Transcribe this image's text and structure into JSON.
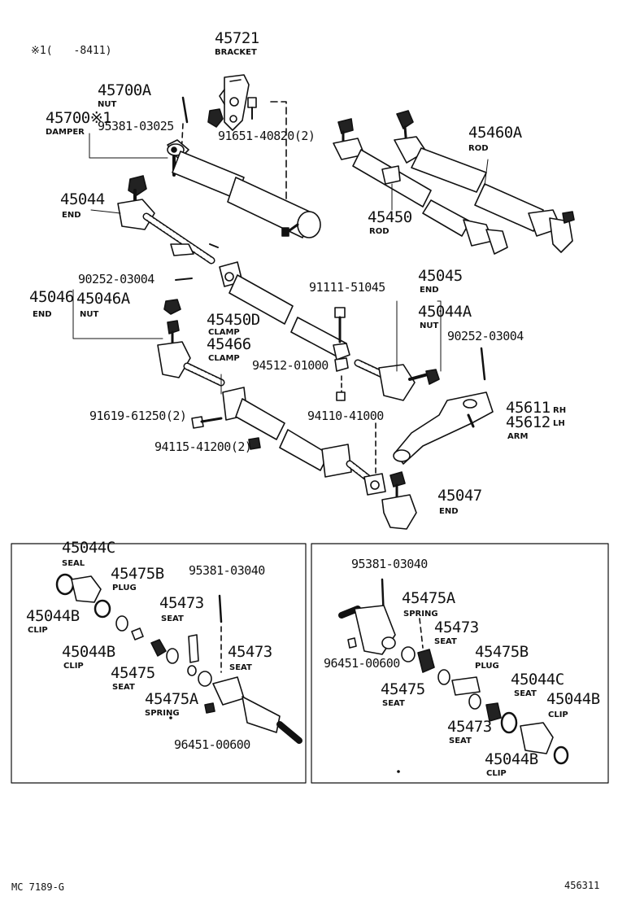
{
  "note": "※1(　　-8411)",
  "footer_left": "MC 7189-G",
  "footer_right": "456311",
  "labels": {
    "p45721": "45721",
    "n45721": "BRACKET",
    "p45700A": "45700A",
    "n45700A": "NUT",
    "p45700": "45700※1",
    "n45700": "DAMPER",
    "p95381a": "95381-03025",
    "p91651": "91651-40820(2)",
    "p45460A": "45460A",
    "n45460A": "ROD",
    "p45044": "45044",
    "n45044": "END",
    "p45450": "45450",
    "n45450": "ROD",
    "p90252a": "90252-03004",
    "p45046": "45046",
    "n45046": "END",
    "p45046A": "45046A",
    "n45046A": "NUT",
    "p91111": "91111-51045",
    "p45045": "45045",
    "n45045": "END",
    "p45044A": "45044A",
    "n45044A": "NUT",
    "p90252b": "90252-03004",
    "p45450D": "45450D",
    "n45450D": "CLAMP",
    "p45466": "45466",
    "n45466": "CLAMP",
    "p94512": "94512-01000",
    "p91619": "91619-61250(2)",
    "p94110": "94110-41000",
    "p45611": "45611",
    "n45611": "RH",
    "p45612": "45612",
    "n45612": "LH",
    "n4561x": "ARM",
    "p94115": "94115-41200(2)",
    "p45047": "45047",
    "n45047": "END",
    "L_p45044C": "45044C",
    "L_n45044C": "SEAL",
    "L_p45475B": "45475B",
    "L_n45475B": "PLUG",
    "L_p95381": "95381-03040",
    "L_p45044B1": "45044B",
    "L_n45044B1": "CLIP",
    "L_p45473a": "45473",
    "L_n45473a": "SEAT",
    "L_p45044B2": "45044B",
    "L_n45044B2": "CLIP",
    "L_p45475": "45475",
    "L_n45475": "SEAT",
    "L_p45473b": "45473",
    "L_n45473b": "SEAT",
    "L_p45475A": "45475A",
    "L_n45475A": "SPRING",
    "L_p96451": "96451-00600",
    "R_p95381": "95381-03040",
    "R_p45475A": "45475A",
    "R_n45475A": "SPRING",
    "R_p45473a": "45473",
    "R_n45473a": "SEAT",
    "R_p96451": "96451-00600",
    "R_p45475B": "45475B",
    "R_n45475B": "PLUG",
    "R_p45475": "45475",
    "R_n45475": "SEAT",
    "R_p45044C": "45044C",
    "R_n45044C": "SEAT",
    "R_p45044B1": "45044B",
    "R_n45044B1": "CLIP",
    "R_p45473b": "45473",
    "R_n45473b": "SEAT",
    "R_p45044B2": "45044B",
    "R_n45044B2": "CLIP"
  }
}
